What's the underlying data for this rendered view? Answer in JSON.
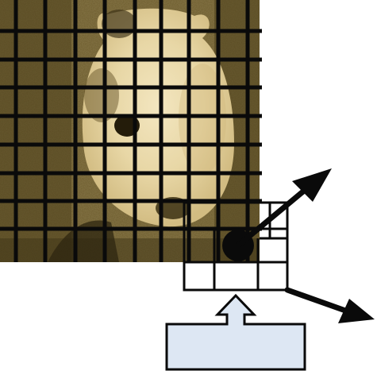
{
  "diagram": {
    "grid": {
      "columns": 9,
      "rows": 9,
      "line_color": "#0a0a0a",
      "photo_tint": "#b39a5c"
    },
    "zoomed_cell": {
      "subdivisions": 3,
      "line_color": "#0a0a0a"
    },
    "output_box": {
      "fill_color": "#dde7f3",
      "border_color": "#0a0a0a"
    },
    "vectors": {
      "count": 2,
      "color": "#0a0a0a"
    }
  }
}
